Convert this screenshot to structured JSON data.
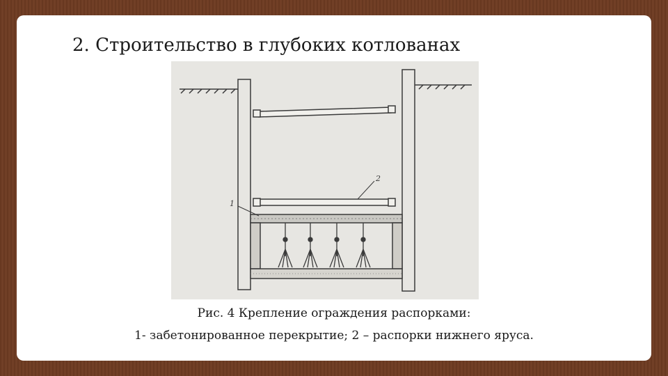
{
  "slide": {
    "title": "2. Строительство в глубоких котлованах",
    "caption_line1": "Рис. 4 Крепление ограждения распорками:",
    "caption_line2": "1- забетонированное перекрытие; 2 – распорки нижнего яруса."
  },
  "figure": {
    "callout_1": "1",
    "callout_2": "2"
  },
  "colors": {
    "background": "#6e3b22",
    "slide": "#ffffff",
    "figure_paper": "#e7e6e2",
    "line": "#3a3a3a"
  }
}
